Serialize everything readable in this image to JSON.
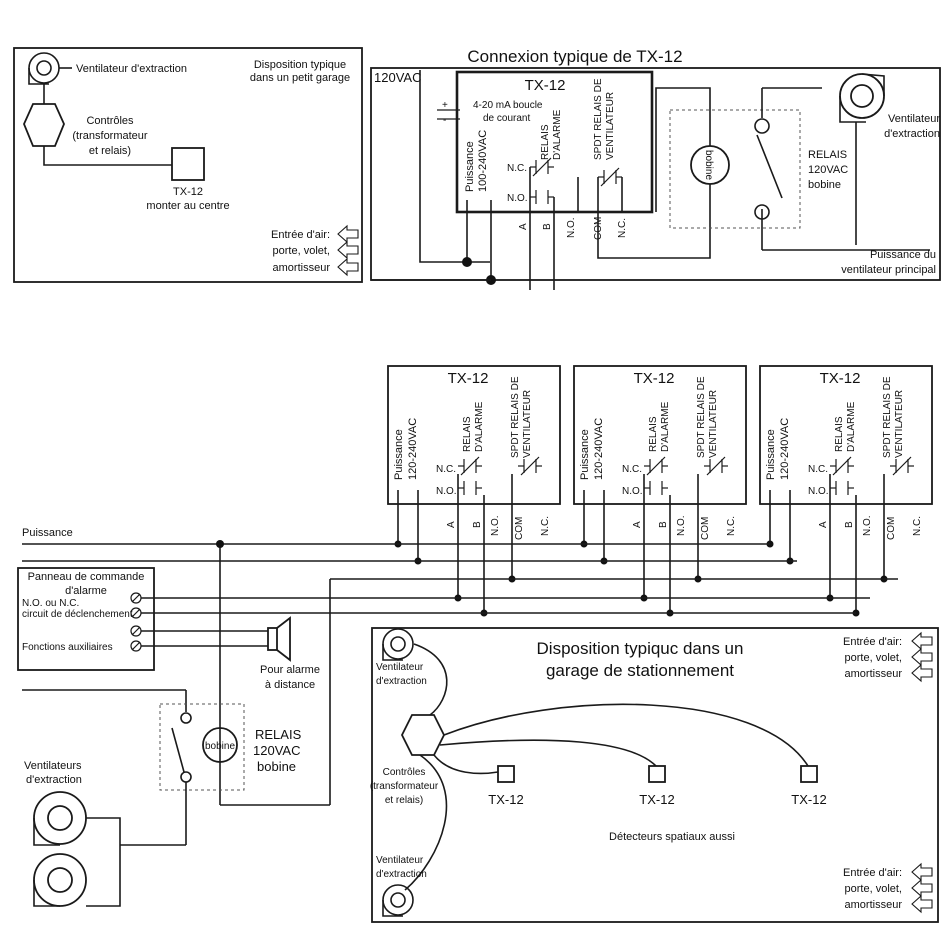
{
  "top_left": {
    "fan_label": "Ventilateur d'extraction",
    "layout_title_1": "Disposition typique",
    "layout_title_2": "dans un petit garage",
    "controls_1": "Contrôles",
    "controls_2": "(transformateur",
    "controls_3": "et relais)",
    "tx_label": "TX-12",
    "tx_mount": "monter au centre",
    "air_1": "Entrée d'air:",
    "air_2": "porte, volet,",
    "air_3": "amortisseur"
  },
  "top_right": {
    "title": "Connexion typique de TX-12",
    "vac": "120VAC",
    "tx_label": "TX-12",
    "loop_plus": "+",
    "loop_minus": "-",
    "loop_1": "4-20 mA boucle",
    "loop_2": "de courant",
    "power_1": "Puissance",
    "power_2": "100-240VAC",
    "alarm_1": "RELAIS",
    "alarm_2": "D'ALARME",
    "fan_relay_1": "SPDT RELAIS DE",
    "fan_relay_2": "VENTILATEUR",
    "nc": "N.C.",
    "no": "N.O.",
    "term_a": "A",
    "term_b": "B",
    "term_no": "N.O.",
    "term_com": "COM",
    "term_nc": "N.C.",
    "coil": "bobine",
    "relay_1": "RELAIS",
    "relay_2": "120VAC",
    "relay_3": "bobine",
    "fan_1": "Ventilateur",
    "fan_2": "d'extraction",
    "main_power_1": "Puissance du",
    "main_power_2": "ventilateur principal"
  },
  "bottom": {
    "tx_units": [
      {
        "title": "TX-12"
      },
      {
        "title": "TX-12"
      },
      {
        "title": "TX-12"
      }
    ],
    "unit_labels": {
      "power_1": "Puissance",
      "power_2": "120-240VAC",
      "alarm_1": "RELAIS",
      "alarm_2": "D'ALARME",
      "fan_relay_1": "SPDT RELAIS DE",
      "fan_relay_2": "VENTILATEUR",
      "nc": "N.C.",
      "no": "N.O.",
      "term_a": "A",
      "term_b": "B",
      "term_no": "N.O.",
      "term_com": "COM",
      "term_nc": "N.C."
    },
    "power": "Puissance",
    "panel_1": "Panneau de commande",
    "panel_2": "d'alarme",
    "panel_3": "N.O. ou N.C.",
    "panel_4": "circuit de déclenchement",
    "panel_5": "Fonctions auxiliaires",
    "remote_1": "Pour alarme",
    "remote_2": "à distance",
    "coil": "bobine",
    "relay_1": "RELAIS",
    "relay_2": "120VAC",
    "relay_3": "bobine",
    "fans_1": "Ventilateurs",
    "fans_2": "d'extraction"
  },
  "parking": {
    "title_1": "Disposition typiquc dans un",
    "title_2": "garage de stationnement",
    "fan_top_1": "Ventilateur",
    "fan_top_2": "d'extraction",
    "controls_1": "Contrôles",
    "controls_2": "(transformateur",
    "controls_3": "et relais)",
    "tx": [
      "TX-12",
      "TX-12",
      "TX-12"
    ],
    "spatial": "Détecteurs spatiaux aussi",
    "fan_bottom_1": "Ventilateur",
    "fan_bottom_2": "d'extraction",
    "air_top_1": "Entrée d'air:",
    "air_top_2": "porte, volet,",
    "air_top_3": "amortisseur",
    "air_bot_1": "Entrée d'air:",
    "air_bot_2": "porte, volet,",
    "air_bot_3": "amortisseur"
  }
}
